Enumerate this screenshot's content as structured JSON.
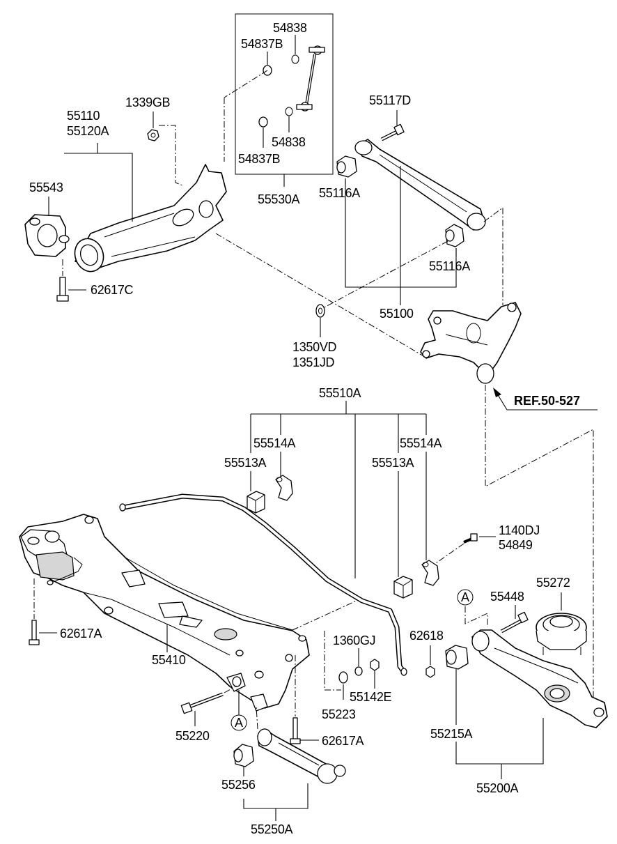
{
  "labels": {
    "p54838_top": "54838",
    "p54837B_top": "54837B",
    "p54838_bot": "54838",
    "p54837B_bot": "54837B",
    "p55530A": "55530A",
    "p1339GB": "1339GB",
    "p55110": "55110",
    "p55120A": "55120A",
    "p55543": "55543",
    "p62617C": "62617C",
    "p55117D": "55117D",
    "p55116A_l": "55116A",
    "p55116A_r": "55116A",
    "p55100": "55100",
    "p1350VD": "1350VD",
    "p1351JD": "1351JD",
    "ref": "REF.50-527",
    "p55510A": "55510A",
    "p55514A_l": "55514A",
    "p55513A_l": "55513A",
    "p55514A_r": "55514A",
    "p55513A_r": "55513A",
    "p1140DJ": "1140DJ",
    "p54849": "54849",
    "p55272": "55272",
    "p55448": "55448",
    "circleA_r": "A",
    "p62617A_l": "62617A",
    "p55410": "55410",
    "p1360GJ": "1360GJ",
    "p62618": "62618",
    "p55142E": "55142E",
    "p55223": "55223",
    "p55220": "55220",
    "circleA_l": "A",
    "p62617A_b": "62617A",
    "p55215A": "55215A",
    "p55256": "55256",
    "p55200A": "55200A",
    "p55250A": "55250A"
  }
}
